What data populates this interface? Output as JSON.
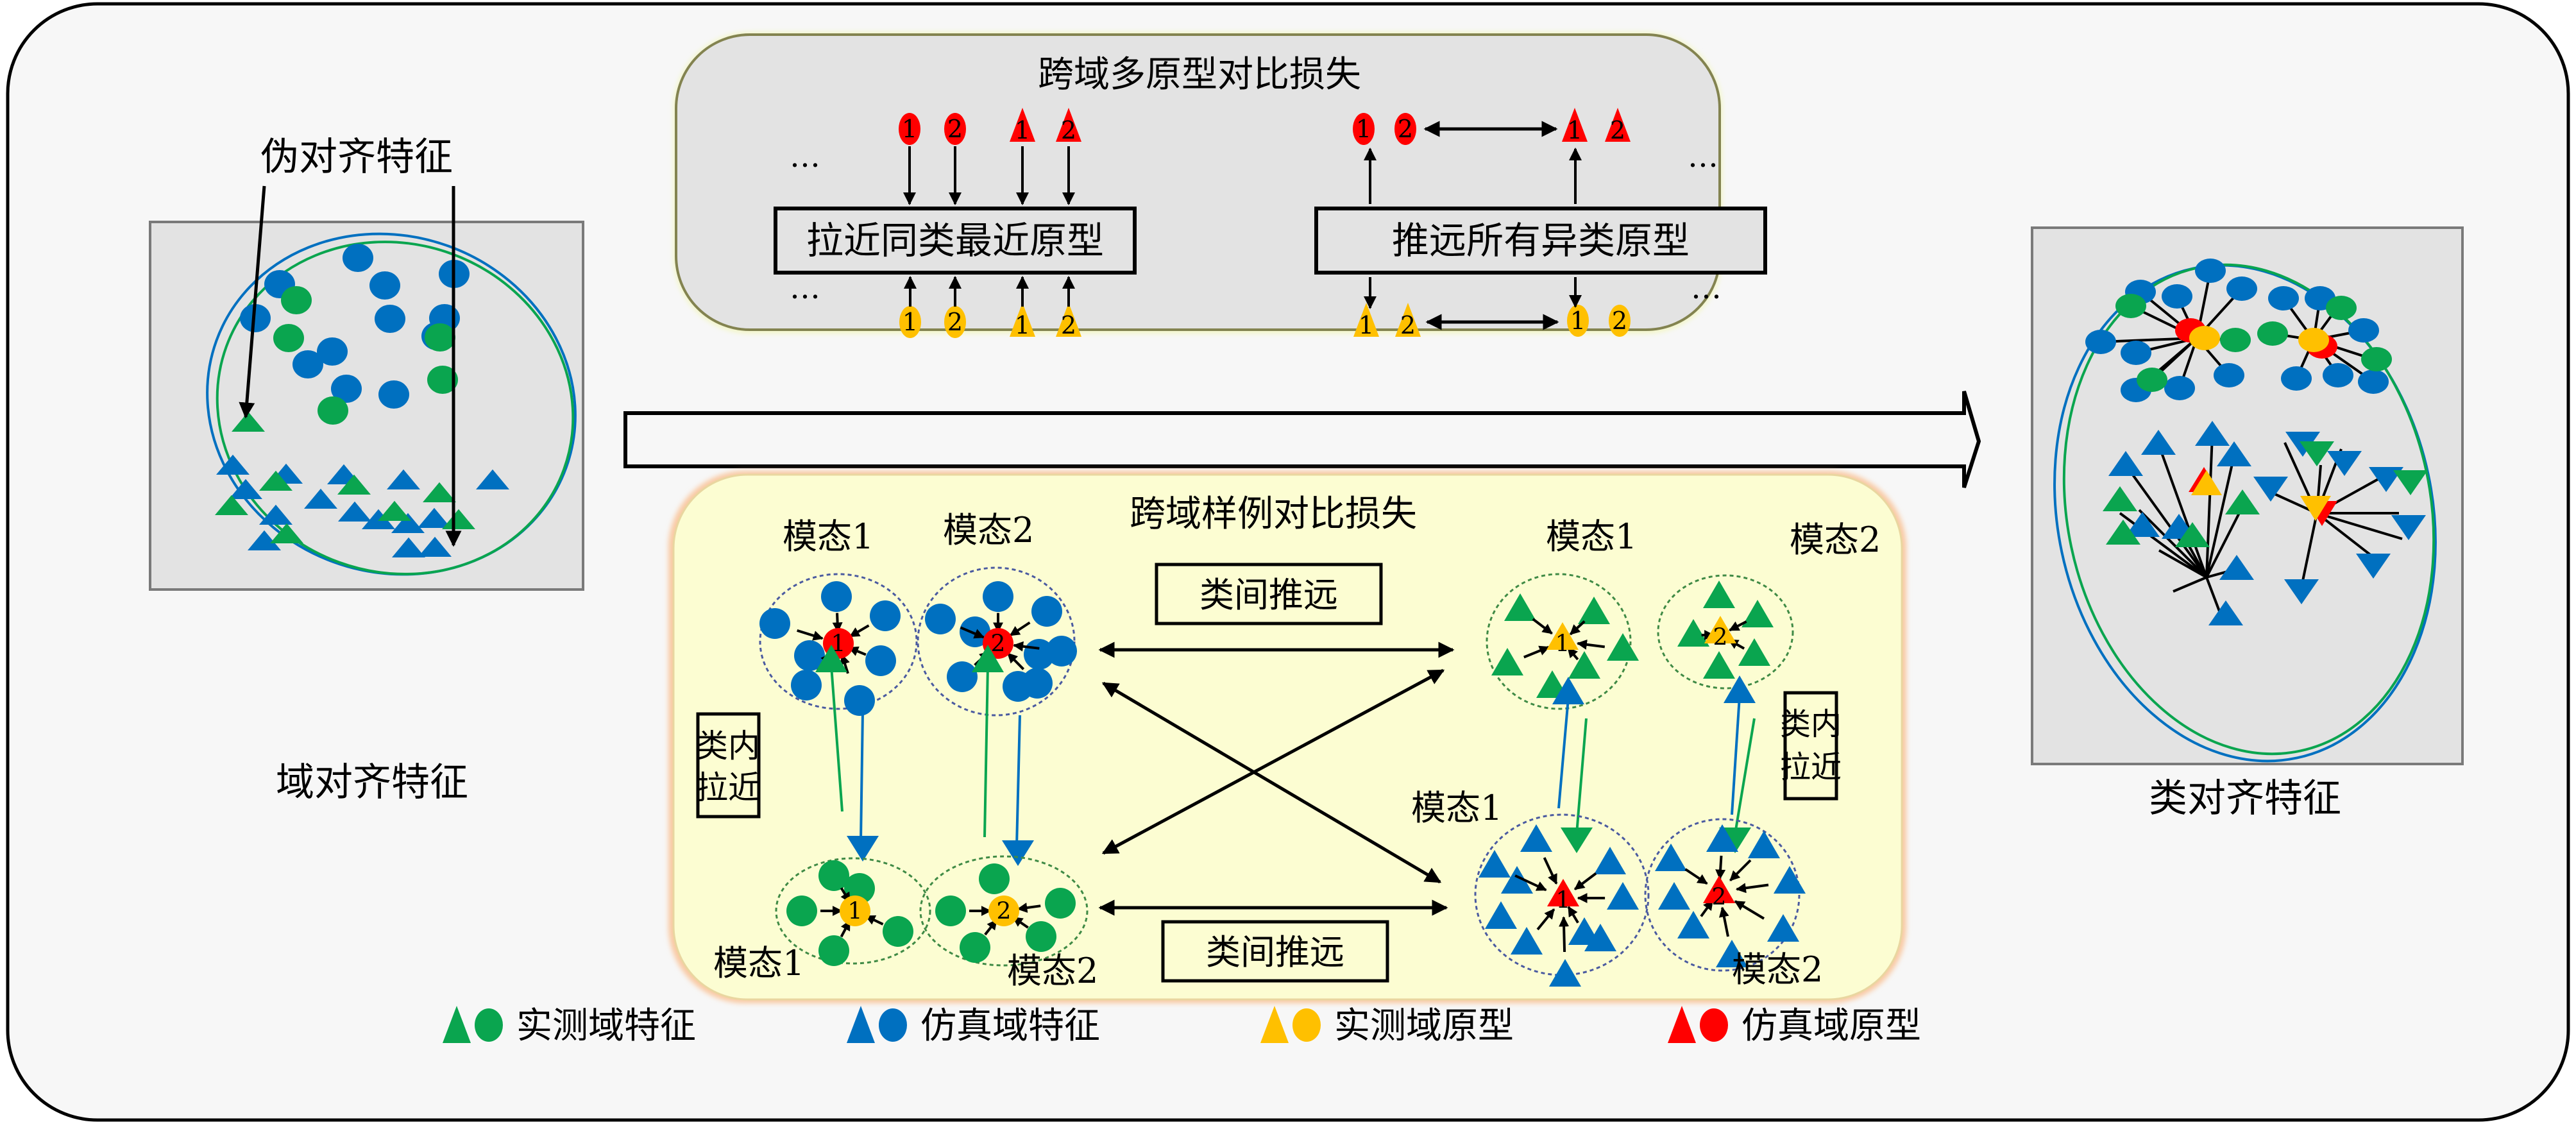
{
  "colors": {
    "real_feature": "#0aa54f",
    "sim_feature": "#0070c0",
    "real_prototype": "#ffc000",
    "sim_prototype": "#ff0000",
    "panel_gray": "#e3e3e3",
    "page_bg": "#f7f7f7",
    "sample_panel_bg": "#fcfdd2"
  },
  "left_panel": {
    "pseudo_label": "伪对齐特征",
    "caption": "域对齐特征"
  },
  "right_panel": {
    "caption": "类对齐特征"
  },
  "prototype_panel": {
    "title": "跨域多原型对比损失",
    "pull_box": "拉近同类最近原型",
    "push_box": "推远所有异类原型",
    "ellipsis": "…",
    "proto_numbers": [
      "1",
      "2"
    ]
  },
  "sample_panel": {
    "title": "跨域样例对比损失",
    "modality1": "模态1",
    "modality2": "模态2",
    "inter_push": "类间推远",
    "intra_pull_line1": "类内",
    "intra_pull_line2": "拉近",
    "proto_numbers": [
      "1",
      "2"
    ]
  },
  "legend": [
    {
      "label": "实测域特征",
      "color_key": "real_feature"
    },
    {
      "label": "仿真域特征",
      "color_key": "sim_feature"
    },
    {
      "label": "实测域原型",
      "color_key": "real_prototype"
    },
    {
      "label": "仿真域原型",
      "color_key": "sim_prototype"
    }
  ]
}
